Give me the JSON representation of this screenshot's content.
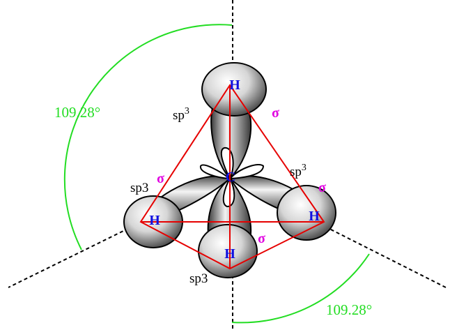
{
  "atoms": {
    "carbon": "C",
    "h_top": "H",
    "h_left": "H",
    "h_right": "H",
    "h_front": "H"
  },
  "orbital_labels": {
    "top": "sp",
    "top_sup": "3",
    "right": "sp",
    "right_sup": "3",
    "left": "sp3",
    "bottom": "sp3"
  },
  "bond_labels": {
    "top": "σ",
    "left": "σ",
    "right": "σ",
    "front": "σ"
  },
  "angle_labels": {
    "upper_left": "109.28°",
    "lower_right": "109.28°"
  },
  "colors": {
    "atom_text": "#1010e0",
    "tetrahedron": "#e60000",
    "sigma": "#e000e0",
    "angle": "#22dd22",
    "axis": "#000000"
  }
}
